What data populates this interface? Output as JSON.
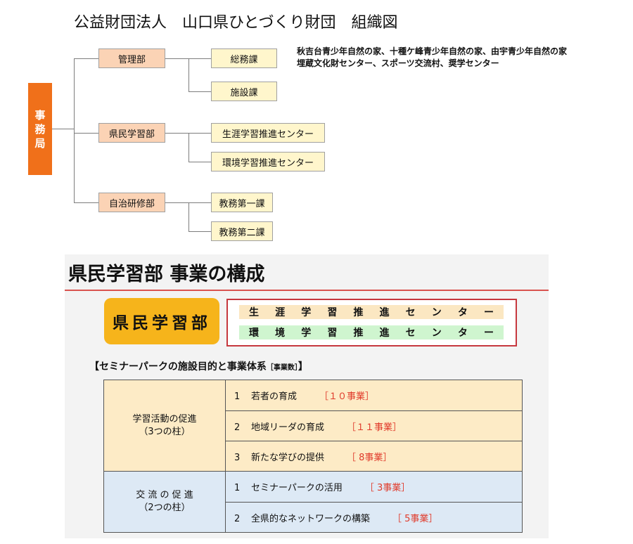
{
  "title": "公益財団法人　山口県ひとづくり財団　組織図",
  "org": {
    "root": [
      "事",
      "務",
      "局"
    ],
    "depts": [
      {
        "name": "管理部",
        "sections": [
          "総務課",
          "施設課"
        ]
      },
      {
        "name": "県民学習部",
        "sections": [
          "生涯学習推進センター",
          "環境学習推進センター"
        ]
      },
      {
        "name": "自治研修部",
        "sections": [
          "教務第一課",
          "教務第二課"
        ]
      }
    ],
    "note_lines": [
      "秋吉台青少年自然の家、十種ケ峰青少年自然の家、由宇青少年自然の家",
      "埋蔵文化財センター、スポーツ交流村、奨学センター"
    ]
  },
  "section2": {
    "title": "県民学習部 事業の構成",
    "badge": "県民学習部",
    "centers": [
      [
        "生",
        "涯",
        "学",
        "習",
        "推",
        "進",
        "セ",
        "ン",
        "タ",
        "ー"
      ],
      [
        "環",
        "境",
        "学",
        "習",
        "推",
        "進",
        "セ",
        "ン",
        "タ",
        "ー"
      ]
    ],
    "subheading": {
      "main": "【セミナーパークの施設目的と事業体系",
      "small": "［事業数］",
      "close": "】"
    },
    "groups": [
      {
        "name_lines": [
          "学習活動の促進",
          "（3つの柱）"
        ],
        "items": [
          {
            "no": "1",
            "label": "若者の育成",
            "count": "［１０事業］"
          },
          {
            "no": "2",
            "label": "地域リーダの育成",
            "count": "［１１事業］"
          },
          {
            "no": "3",
            "label": "新たな学びの提供",
            "count": "［ 8事業］"
          }
        ]
      },
      {
        "name_lines": [
          "交 流 の 促 進",
          "（2つの柱）"
        ],
        "items": [
          {
            "no": "1",
            "label": "セミナーパークの活用",
            "count": "［ 3事業］"
          },
          {
            "no": "2",
            "label": "全県的なネットワークの構築",
            "count": "［ 5事業］"
          }
        ]
      }
    ]
  }
}
